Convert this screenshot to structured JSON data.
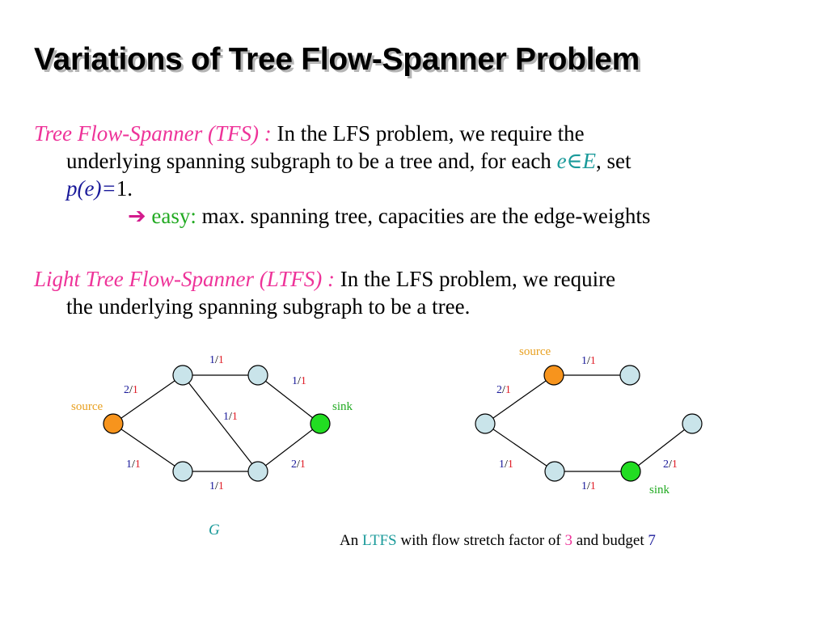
{
  "title": "Variations of Tree Flow-Spanner Problem",
  "tfs": {
    "term": "Tree Flow-Spanner (TFS) :",
    "text1": " In the LFS problem, we require the",
    "text2": "underlying spanning subgraph to be a tree and, for each ",
    "e_in_E": "e∈E",
    "text3": ", set",
    "pe": "p(e)=",
    "text4": "1.",
    "arrow": "➔",
    "easy_label": "easy:",
    "easy_text": " max. spanning tree, capacities are the edge-weights"
  },
  "ltfs": {
    "term": "Light Tree Flow-Spanner (LTFS) :",
    "text1": " In the LFS problem, we require",
    "text2": "the underlying spanning subgraph to be a tree."
  },
  "graph_g": {
    "name": "G",
    "source_label": "source",
    "sink_label": "sink",
    "edges": [
      {
        "id": "s-a",
        "a": "2",
        "b": "1"
      },
      {
        "id": "a-b",
        "a": "1",
        "b": "1"
      },
      {
        "id": "b-t",
        "a": "1",
        "b": "1"
      },
      {
        "id": "a-d",
        "a": "1",
        "b": "1"
      },
      {
        "id": "s-c",
        "a": "1",
        "b": "1"
      },
      {
        "id": "c-d",
        "a": "1",
        "b": "1"
      },
      {
        "id": "d-t",
        "a": "2",
        "b": "1"
      }
    ]
  },
  "graph_tree": {
    "source_label": "source",
    "sink_label": "sink",
    "edges": [
      {
        "id": "s-b",
        "a": "1",
        "b": "1"
      },
      {
        "id": "s-l",
        "a": "2",
        "b": "1"
      },
      {
        "id": "l-c",
        "a": "1",
        "b": "1"
      },
      {
        "id": "c-t",
        "a": "1",
        "b": "1"
      },
      {
        "id": "t-r",
        "a": "2",
        "b": "1"
      }
    ]
  },
  "caption": {
    "pre": "An ",
    "ltfs": "LTFS",
    "mid": " with flow stretch factor of ",
    "factor": "3",
    "and": " and budget ",
    "budget": "7"
  },
  "colors": {
    "source": "#f7941d",
    "sink": "#22dd22",
    "node": "#c9e4ea",
    "label_num": "#1a1a9a",
    "label_den": "#e0202a",
    "source_text": "#e8a020",
    "sink_text": "#22aa22",
    "title_shadow": "#b5b5b5"
  }
}
